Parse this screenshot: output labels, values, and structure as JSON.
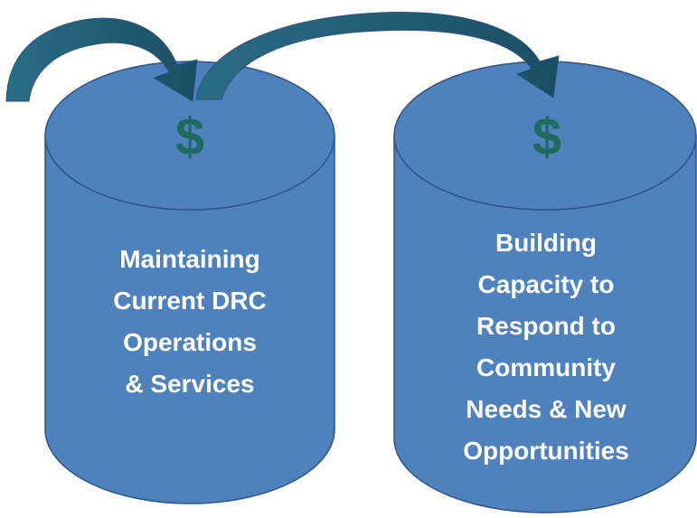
{
  "colors": {
    "cylinder_fill": "#4f81bd",
    "cylinder_stroke": "#2f5287",
    "arrow_fill": "#1f5a6e",
    "dollar": "#1e6b60",
    "label_text": "#ffffff"
  },
  "left_cylinder": {
    "symbol": "$",
    "label_lines": [
      "Maintaining",
      "Current DRC",
      "Operations",
      "& Services"
    ]
  },
  "right_cylinder": {
    "symbol": "$",
    "label_lines": [
      "Building",
      "Capacity to",
      "Respond to",
      "Community",
      "Needs & New",
      "Opportunities"
    ]
  },
  "arrows": [
    {
      "name": "arrow-into-left-cylinder",
      "icon": "curved-arrow-icon"
    },
    {
      "name": "arrow-left-to-right-cylinder",
      "icon": "curved-arrow-icon"
    }
  ]
}
